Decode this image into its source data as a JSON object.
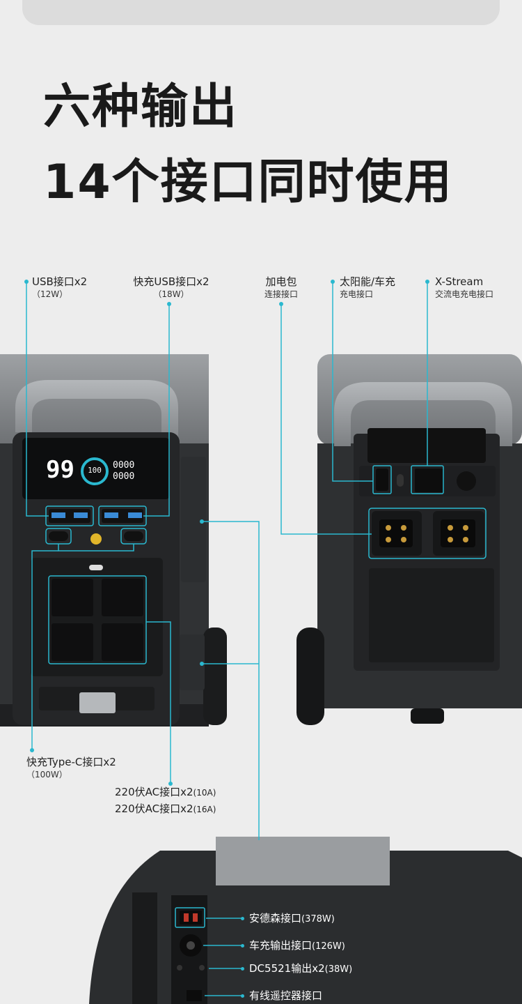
{
  "headline": {
    "line1": "六种输出",
    "line2": "14个接口同时使用"
  },
  "front_labels": {
    "usb": {
      "main": "USB接口x2",
      "sub": "（12W）"
    },
    "fast_usb": {
      "main": "快充USB接口x2",
      "sub": "（18W）"
    },
    "typec": {
      "main": "快充Type-C接口x2",
      "sub": "（100W）"
    },
    "ac_10a": {
      "main": "220伏AC接口x2",
      "sub": "(10A)"
    },
    "ac_16a": {
      "main": "220伏AC接口x2",
      "sub": "(16A)"
    }
  },
  "back_labels": {
    "battery": {
      "main": "加电包",
      "sub": "连接接口"
    },
    "solar": {
      "main": "太阳能/车充",
      "sub": "充电接口"
    },
    "xstream": {
      "main": "X-Stream",
      "sub": "交流电充电接口"
    }
  },
  "bottom_labels": {
    "anderson": {
      "main": "安德森接口",
      "sub": "(378W)"
    },
    "car": {
      "main": "车充输出接口",
      "sub": "(126W)"
    },
    "dc5521": {
      "main": "DC5521输出x2",
      "sub": "(38W)"
    },
    "remote": {
      "main": "有线遥控器接口"
    }
  },
  "screen": {
    "battery_digits": "99",
    "percent": "100",
    "readout1": "0000",
    "readout2": "0000"
  },
  "colors": {
    "accent": "#2ab8cf",
    "background": "#ededed",
    "device_dark": "#2a2c2e",
    "device_grey": "#8a8d90"
  }
}
